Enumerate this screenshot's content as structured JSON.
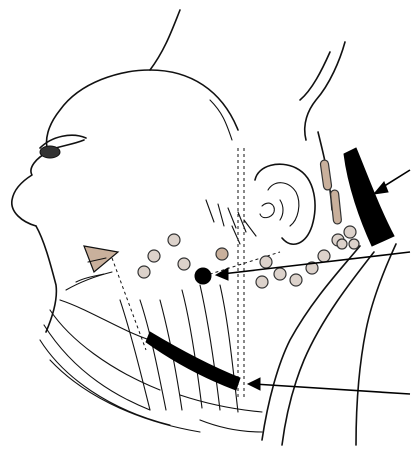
{
  "figure": {
    "palette": {
      "ink": "#111111",
      "node_fill": "#dcd2cb",
      "node_tan": "#c9b09c",
      "highlight": "#000000",
      "background": "#ffffff"
    },
    "pointer_arrows": 3,
    "marked_structures": [
      "filled-band-posterior-neck",
      "filled-node-upper-neck",
      "filled-band-lower-neck"
    ]
  }
}
